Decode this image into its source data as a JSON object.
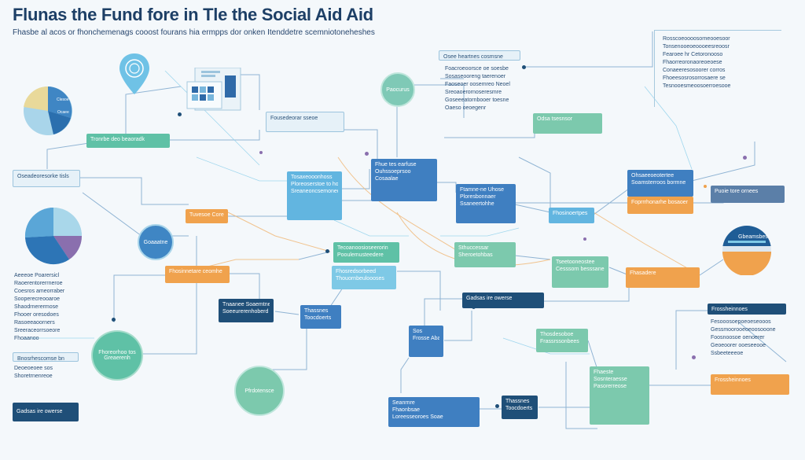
{
  "header": {
    "title": "Flunas the Fund fore in Tle the Social Aid Aid",
    "subtitle": "Fhasbe al acos or fhonchemenags cooost fourans hia ermpps dor onken Itenddetre scemniotoneheshes"
  },
  "colors": {
    "blue": "#3f7fc1",
    "sky": "#62b5e0",
    "teal": "#5fc1a6",
    "green": "#7cc9ad",
    "orange": "#f0a24d",
    "navy": "#1f4f78",
    "line": "#6f9cc4"
  },
  "icons": [
    "location-pin-icon",
    "document-icon",
    "pie-chart-icon",
    "grid-table-icon"
  ],
  "nodes": {
    "n1": [
      "Tronrbe deo beaoradk"
    ],
    "n2": [
      "Oseadeoresorke tisls"
    ],
    "n3": [
      "Tuvesoe Coressroocd"
    ],
    "n4": [
      "Fhosinnetare ceomhe"
    ],
    "n5": [
      "Tosaxeooonhoss",
      "Ploreoserstoe to hotta",
      "Sreaneoncsemoned"
    ],
    "n6": [
      "Fhue tes earfuse",
      "Ouhssoeprsoo",
      "Cosaalae"
    ],
    "n7": [
      "Ftamne-ne Uhose",
      "Ploresbonnaer",
      "Ssaneertohhe"
    ],
    "n8": [
      "Ohsaeeoeotertee",
      "Soamsterroos bormne"
    ],
    "n9": [
      "Tecoanoosioseerorin",
      "Pooulemusteedere"
    ],
    "n10": [
      "Fhosredsorbeed",
      "Thouornbeuloooses"
    ],
    "n11": [
      "Sthuccessar",
      "Sheroetohbas"
    ],
    "n12": [
      "Tseetooneostee",
      "Cesssorn besssaner"
    ],
    "n13": [
      "Sos",
      "Frosse Abaos"
    ],
    "n14": [
      "Puoie tore ornees"
    ],
    "n15": [
      "Tnaanee Soaemtneer",
      "Soeeurerenhoberd"
    ],
    "n16": [
      "Fhosinoertpes"
    ],
    "n17": [
      "Thassnes",
      "Toocdoerts"
    ],
    "n18": [
      "Fhasadere"
    ],
    "n19": [
      "Fousedeorar sseoe"
    ],
    "n20": [
      "Thosdesoboe",
      "Frassrssonbees"
    ],
    "n21": [
      "Bnosrhescomse bn",
      "Deoeoeoee sos",
      "Shoretrnenreoe"
    ],
    "n22": [
      "Osee heartnes cosmsne"
    ],
    "n23": [
      "Foprrrhonarhe bosaoer"
    ],
    "n24": [
      "Seanrnre",
      "Fhaonbsae",
      "Loreesseoroes Soae"
    ],
    "n25": [
      "Gadsas ire owerse"
    ],
    "n26": [
      "Odsa tsesnsor"
    ],
    "n27": [
      "Fhaeste",
      "Sosnteraesse",
      "Pasorerreose"
    ],
    "n28": [
      "Frossheinnoes"
    ]
  },
  "textblocks": {
    "left": [
      "Aeeeoe Poarersicl",
      "Raoerentorerrneroe",
      "Coesros ameorraber",
      "Sooperecreooaroe",
      "Shaodrnerermose",
      "Fhooer oresodoes",
      "Rasoeeaoorners",
      "Sreeraceorrsoeore",
      "Fhoaanoo"
    ],
    "top_center": [
      "Foacroeoorsce oe soesbe",
      "Sosaseooreng taerenoer",
      "Faoseoer oosemreo Neoel",
      "Sreoaoerornoseresmre",
      "Goseeeatornbooer toesne",
      "Oaeso oeoegenr"
    ],
    "top_right": [
      "Rosscoeoooosorneooesoor",
      "Tonsenooeoeoooeesreoosr",
      "Fearoee hr Cetoronooso",
      "Fhaorreoronaoreoeoese",
      "Conaeeresosoorer corros",
      "Fhoeesosrosorrosaere se",
      "Tesnooesmeoosoerroesooe"
    ],
    "right_mid": [
      "Fesooosoepoeoeseooos",
      "Gessmoorooeoeoosooone",
      "Foosnoosoe oenoerer",
      "Geoeoorer ooeseeooe",
      "Ssbeeteeeoe"
    ]
  },
  "circles": {
    "c1": "Paocurus",
    "c2": "Goaaatne",
    "c3": "Gbeamsbes",
    "c4": "Fhoreorhoo tos Greaerenh",
    "c5": "Pfrdotensce"
  },
  "pies": {
    "pie1_label": "Clesoe",
    "pie1_label2": "Ocaee"
  }
}
